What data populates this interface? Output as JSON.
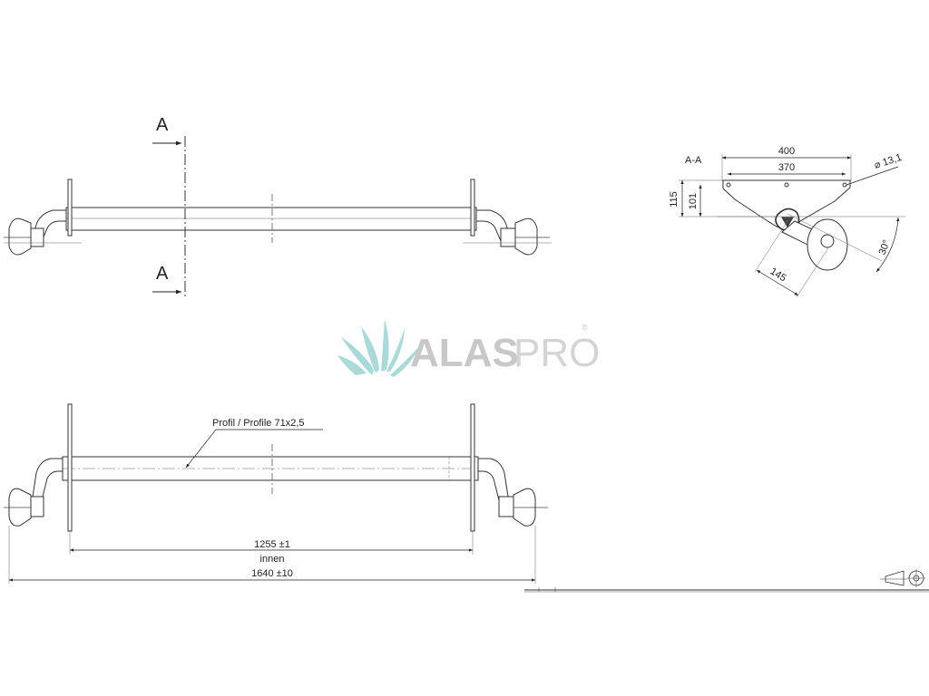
{
  "section": {
    "marker_top": "A",
    "marker_bottom": "A",
    "view_label": "A-A"
  },
  "section_view": {
    "width_outer": "400",
    "width_inner": "370",
    "hole_diameter": "⌀ 13,1",
    "height_total": "115",
    "height_inner": "101",
    "angle": "30°",
    "arm_length": "145"
  },
  "bottom_view": {
    "profile_label": "Profil / Profile 71x2,5",
    "inner_length": "1255 ±1",
    "inner_label": "innen",
    "total_length": "1640 ±10"
  },
  "watermark": {
    "brand_light": "ALAS",
    "brand_dark": "PRO",
    "registered": "®",
    "colors": {
      "leaf": "#9fd6d6",
      "text": "#c8c8c8"
    }
  }
}
